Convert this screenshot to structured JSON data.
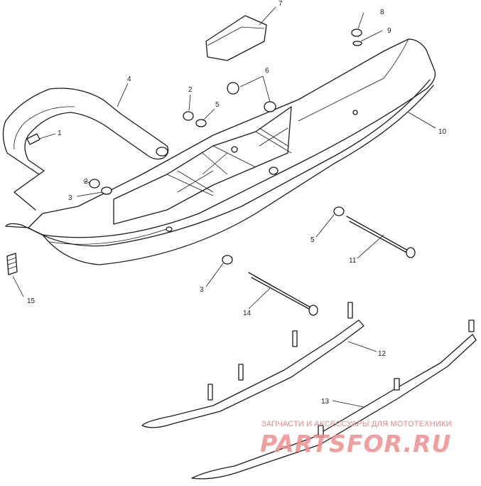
{
  "callouts": {
    "c1": "1",
    "c2a": "2",
    "c2b": "2",
    "c3a": "3",
    "c3b": "3",
    "c4": "4",
    "c5a": "5",
    "c5b": "5",
    "c6": "6",
    "c7": "7",
    "c8": "8",
    "c9": "9",
    "c10": "10",
    "c11": "11",
    "c12": "12",
    "c13": "13",
    "c14": "14",
    "c15": "15"
  },
  "watermark": {
    "caption": "ЗАПЧАСТИ И АКСЕССУАРЫ ДЛЯ МОТОТЕХНИКИ",
    "logo": "PARTSFOR.RU"
  }
}
